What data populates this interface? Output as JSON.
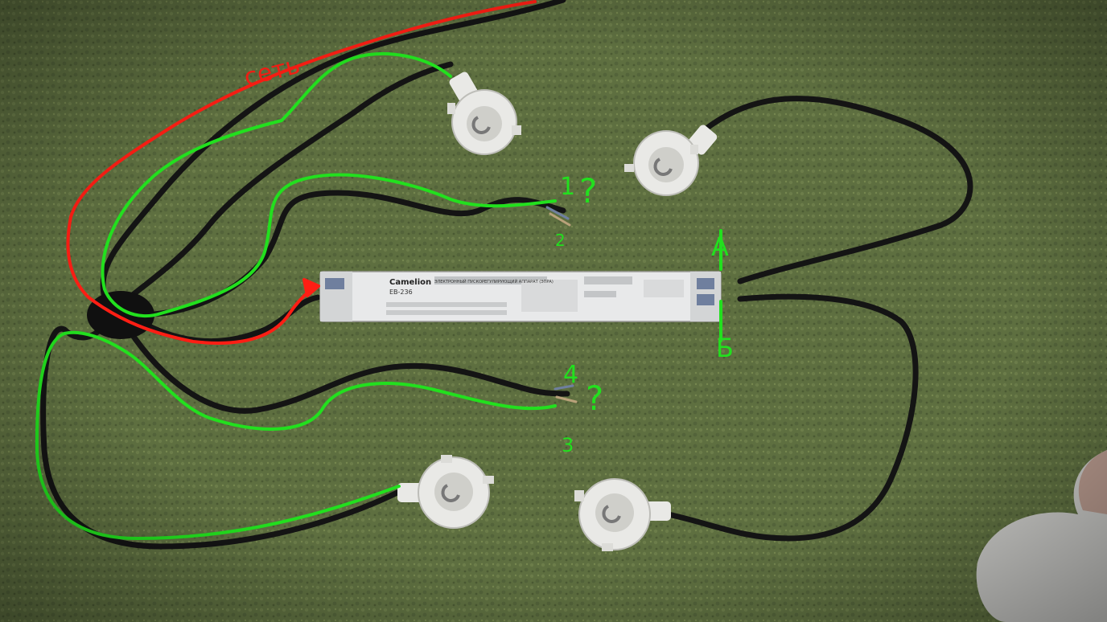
{
  "colors": {
    "carpet": "#5e6f40",
    "carpet_dark": "#4a5a33",
    "wire": "#141414",
    "annotation_green": "#22e01e",
    "annotation_red": "#ff1e14",
    "socket": "#e9e9e6",
    "ballast": "#ecedee",
    "clothing": "#c9c9c6"
  },
  "annotations": {
    "mains": "сеть",
    "label_1": "1",
    "label_2": "2",
    "label_3": "3",
    "label_4": "4",
    "question_top": "?",
    "question_bottom": "?",
    "label_a": "A",
    "label_b": "Б"
  },
  "ballast": {
    "brand": "Camelion",
    "model": "EB-236",
    "description": "ЭЛЕКТРОННЫЙ ПУСКОРЕГУЛИРУЮЩИЙ АППАРАТ (ЭПРА)"
  },
  "icons": [
    "lamp-socket-icon",
    "electronic-ballast-icon"
  ]
}
